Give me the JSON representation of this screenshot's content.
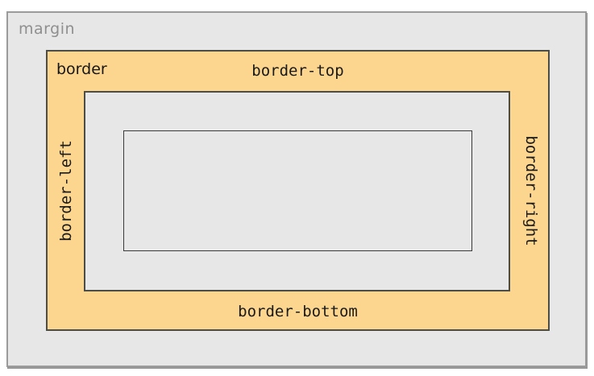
{
  "title": "CSS box model border diagram",
  "labels": {
    "margin": "margin",
    "border": "border",
    "border_top": "border-top",
    "border_right": "border-right",
    "border_bottom": "border-bottom",
    "border_left": "border-left"
  },
  "colors": {
    "page_background": "#ffffff",
    "margin_fill": "#e7e7e7",
    "border_fill": "#fcd58e",
    "padding_fill": "#e7e7e7",
    "dark_outline": "#4d4d48",
    "gray_outline": "#9b9b9b",
    "content_outline": "#3a3a3a",
    "margin_text": "#8f8f8f",
    "label_text": "#1a1a1a"
  }
}
